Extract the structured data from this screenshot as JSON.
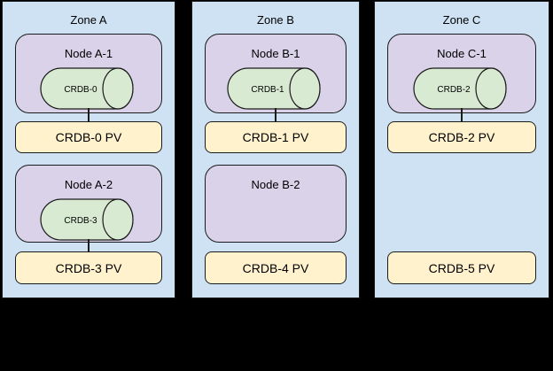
{
  "diagram": {
    "description": "Three-zone deployment diagram of CockroachDB nodes with persistent volumes",
    "colors": {
      "canvas_background": "#000000",
      "zone_fill": "#cfe2f3",
      "node_fill": "#d9d2e9",
      "db_cylinder_fill": "#d9ead3",
      "pv_fill": "#fff2cc",
      "border": "#1b1b1b",
      "text": "#000000"
    },
    "zones": [
      {
        "label": "Zone A",
        "nodes": [
          {
            "label": "Node A-1",
            "db": "CRDB-0",
            "pv": "CRDB-0 PV",
            "connected": true
          },
          {
            "label": "Node A-2",
            "db": "CRDB-3",
            "pv": "CRDB-3 PV",
            "connected": true
          }
        ]
      },
      {
        "label": "Zone B",
        "nodes": [
          {
            "label": "Node B-1",
            "db": "CRDB-1",
            "pv": "CRDB-1 PV",
            "connected": true
          },
          {
            "label": "Node B-2",
            "db": null,
            "pv": "CRDB-4 PV",
            "connected": false
          }
        ]
      },
      {
        "label": "Zone C",
        "nodes": [
          {
            "label": "Node C-1",
            "db": "CRDB-2",
            "pv": "CRDB-2 PV",
            "connected": true
          },
          {
            "label": null,
            "db": null,
            "pv": "CRDB-5 PV",
            "connected": false
          }
        ]
      }
    ]
  }
}
